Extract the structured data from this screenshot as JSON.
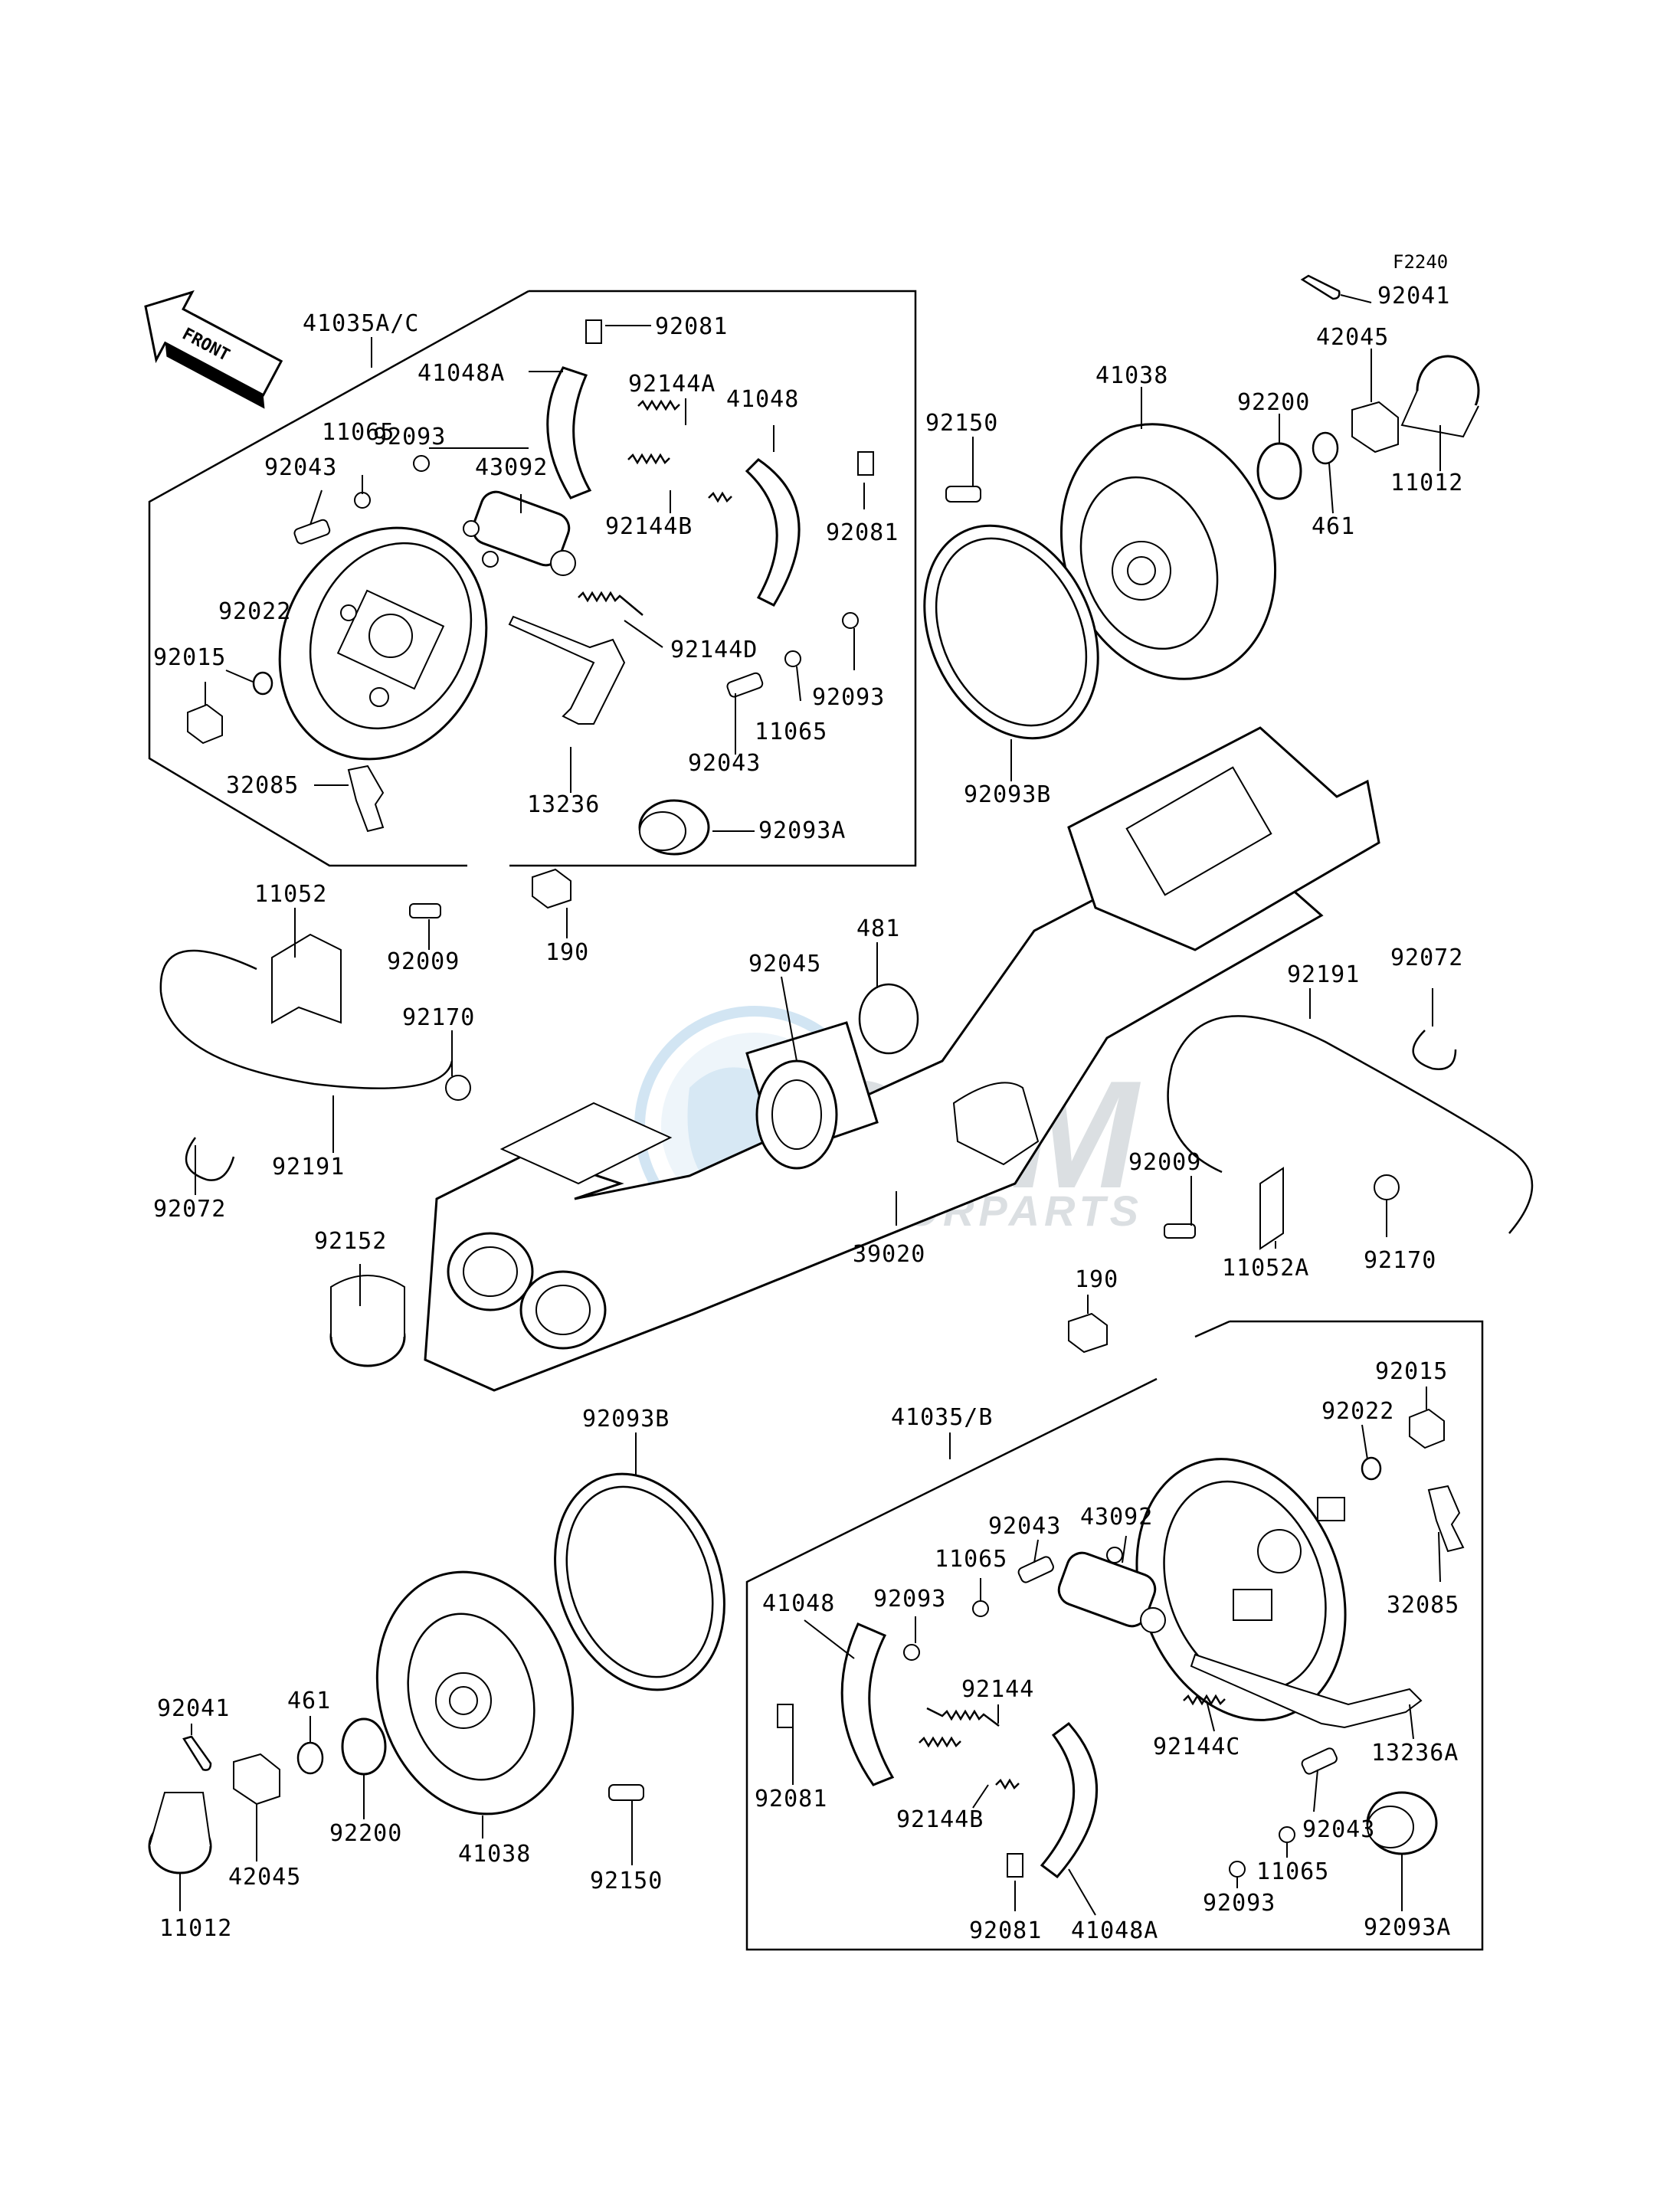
{
  "diagram": {
    "ref_code": "F2240",
    "front_label": "FRONT",
    "watermark": {
      "brand": "OSM",
      "sub": "MOTORPARTS"
    },
    "labels": [
      {
        "id": "41035AC",
        "text": "41035A/C"
      },
      {
        "id": "92081_t",
        "text": "92081"
      },
      {
        "id": "41048A_t",
        "text": "41048A"
      },
      {
        "id": "92144A",
        "text": "92144A"
      },
      {
        "id": "41048_t",
        "text": "41048"
      },
      {
        "id": "92093_t1",
        "text": "92093"
      },
      {
        "id": "11065_t1",
        "text": "11065"
      },
      {
        "id": "92043_t1",
        "text": "92043"
      },
      {
        "id": "43092_t",
        "text": "43092"
      },
      {
        "id": "92144B_t",
        "text": "92144B"
      },
      {
        "id": "92081_t2",
        "text": "92081"
      },
      {
        "id": "92022_t",
        "text": "92022"
      },
      {
        "id": "92015_t",
        "text": "92015"
      },
      {
        "id": "92144D",
        "text": "92144D"
      },
      {
        "id": "92093_t2",
        "text": "92093"
      },
      {
        "id": "11065_t2",
        "text": "11065"
      },
      {
        "id": "92043_t2",
        "text": "92043"
      },
      {
        "id": "32085_t",
        "text": "32085"
      },
      {
        "id": "13236",
        "text": "13236"
      },
      {
        "id": "92093A_t",
        "text": "92093A"
      },
      {
        "id": "92041_r",
        "text": "92041"
      },
      {
        "id": "42045_r",
        "text": "42045"
      },
      {
        "id": "41038_r",
        "text": "41038"
      },
      {
        "id": "92200_r",
        "text": "92200"
      },
      {
        "id": "92150_r",
        "text": "92150"
      },
      {
        "id": "11012_r",
        "text": "11012"
      },
      {
        "id": "461_r",
        "text": "461"
      },
      {
        "id": "92093B_r",
        "text": "92093B"
      },
      {
        "id": "11052",
        "text": "11052"
      },
      {
        "id": "92009_l",
        "text": "92009"
      },
      {
        "id": "190_l",
        "text": "190"
      },
      {
        "id": "92170_l",
        "text": "92170"
      },
      {
        "id": "481",
        "text": "481"
      },
      {
        "id": "92045",
        "text": "92045"
      },
      {
        "id": "92191_r",
        "text": "92191"
      },
      {
        "id": "92072_r",
        "text": "92072"
      },
      {
        "id": "92191_l",
        "text": "92191"
      },
      {
        "id": "92072_l",
        "text": "92072"
      },
      {
        "id": "92009_r",
        "text": "92009"
      },
      {
        "id": "92152",
        "text": "92152"
      },
      {
        "id": "39020",
        "text": "39020"
      },
      {
        "id": "11052A",
        "text": "11052A"
      },
      {
        "id": "92170_r",
        "text": "92170"
      },
      {
        "id": "190_r",
        "text": "190"
      },
      {
        "id": "92015_b",
        "text": "92015"
      },
      {
        "id": "92093B_l",
        "text": "92093B"
      },
      {
        "id": "41035B",
        "text": "41035/B"
      },
      {
        "id": "92022_b",
        "text": "92022"
      },
      {
        "id": "92043_b1",
        "text": "92043"
      },
      {
        "id": "43092_b",
        "text": "43092"
      },
      {
        "id": "11065_b1",
        "text": "11065"
      },
      {
        "id": "41048_b",
        "text": "41048"
      },
      {
        "id": "92093_b1",
        "text": "92093"
      },
      {
        "id": "32085_b",
        "text": "32085"
      },
      {
        "id": "92144",
        "text": "92144"
      },
      {
        "id": "92041_l",
        "text": "92041"
      },
      {
        "id": "461_l",
        "text": "461"
      },
      {
        "id": "92081_b1",
        "text": "92081"
      },
      {
        "id": "92144C",
        "text": "92144C"
      },
      {
        "id": "13236A",
        "text": "13236A"
      },
      {
        "id": "92144B_b",
        "text": "92144B"
      },
      {
        "id": "92200_l",
        "text": "92200"
      },
      {
        "id": "41038_l",
        "text": "41038"
      },
      {
        "id": "92043_b2",
        "text": "92043"
      },
      {
        "id": "42045_l",
        "text": "42045"
      },
      {
        "id": "11065_b2",
        "text": "11065"
      },
      {
        "id": "92093_b2",
        "text": "92093"
      },
      {
        "id": "92150_l",
        "text": "92150"
      },
      {
        "id": "92093A_b",
        "text": "92093A"
      },
      {
        "id": "11012_l",
        "text": "11012"
      },
      {
        "id": "92081_b2",
        "text": "92081"
      },
      {
        "id": "41048A_b",
        "text": "41048A"
      }
    ]
  }
}
